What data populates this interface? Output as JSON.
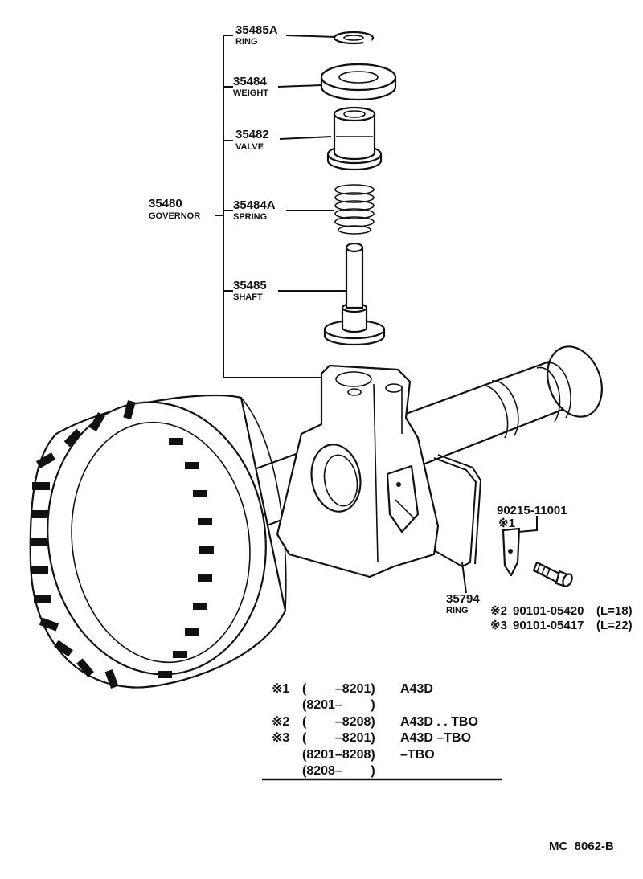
{
  "group": {
    "number": "35480",
    "name": "GOVERNOR"
  },
  "parts": [
    {
      "number": "35485A",
      "name": "RING"
    },
    {
      "number": "35484",
      "name": "WEIGHT"
    },
    {
      "number": "35482",
      "name": "VALVE"
    },
    {
      "number": "35484A",
      "name": "SPRING"
    },
    {
      "number": "35485",
      "name": "SHAFT"
    },
    {
      "number": "35794",
      "name": "RING"
    }
  ],
  "retainer": {
    "number": "90215-11001",
    "note": "※1"
  },
  "bolts": [
    {
      "mark": "※2",
      "number": "90101-05420",
      "length": "(L=18)"
    },
    {
      "mark": "※3",
      "number": "90101-05417",
      "length": "(L=22)"
    }
  ],
  "applicability": [
    {
      "mark": "※1",
      "range": "(        –8201)",
      "model": "A43D"
    },
    {
      "mark": "",
      "range": "(8201–        )",
      "model": ""
    },
    {
      "mark": "※2",
      "range": "(        –8208)",
      "model": "A43D . . TBO"
    },
    {
      "mark": "※3",
      "range": "(        –8201)",
      "model": "A43D –TBO"
    },
    {
      "mark": "",
      "range": "(8201–8208)",
      "model": "–TBO"
    },
    {
      "mark": "",
      "range": "(8208–        )",
      "model": ""
    }
  ],
  "figure_code": "MC  8062-B"
}
